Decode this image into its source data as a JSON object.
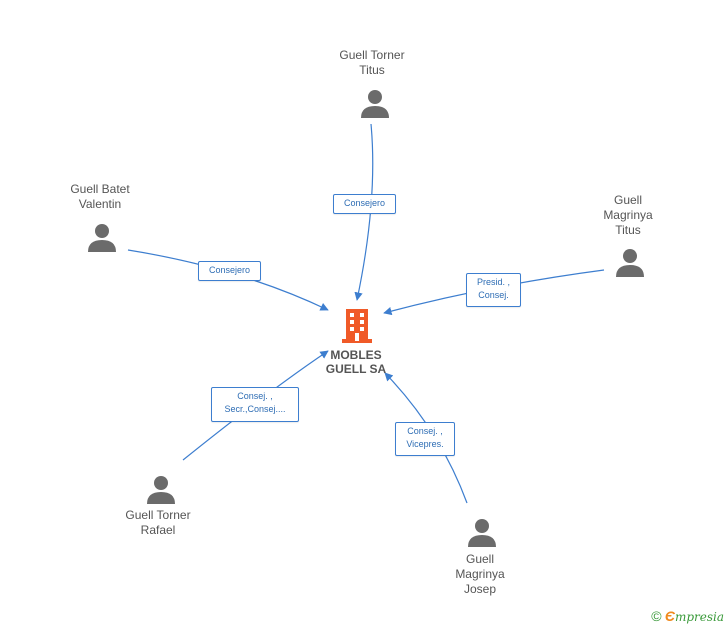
{
  "company": {
    "name": "MOBLES\nGUELL SA",
    "icon": "building-icon",
    "color": "#f05a28"
  },
  "people": [
    {
      "id": "titus-torner",
      "name": "Guell Torner\nTitus",
      "icon": "person-icon"
    },
    {
      "id": "valentin",
      "name": "Guell Batet\nValentin",
      "icon": "person-icon"
    },
    {
      "id": "titus-magrinya",
      "name": "Guell\nMagrinya\nTitus",
      "icon": "person-icon"
    },
    {
      "id": "rafael",
      "name": "Guell Torner\nRafael",
      "icon": "person-icon"
    },
    {
      "id": "josep",
      "name": "Guell\nMagrinya\nJosep",
      "icon": "person-icon"
    }
  ],
  "relations": [
    {
      "from": "titus-torner",
      "label": "Consejero"
    },
    {
      "from": "valentin",
      "label": "Consejero"
    },
    {
      "from": "titus-magrinya",
      "label": "Presid. ,\nConsej."
    },
    {
      "from": "rafael",
      "label": "Consej. ,\nSecr.,Consej...."
    },
    {
      "from": "josep",
      "label": "Consej. ,\nVicepres."
    }
  ],
  "colors": {
    "edge": "#3d7ecf",
    "person": "#6b6b6b",
    "label_text": "#2e6db4"
  },
  "brand": {
    "copyright": "©",
    "e": "Є",
    "rest": "mpresia"
  }
}
